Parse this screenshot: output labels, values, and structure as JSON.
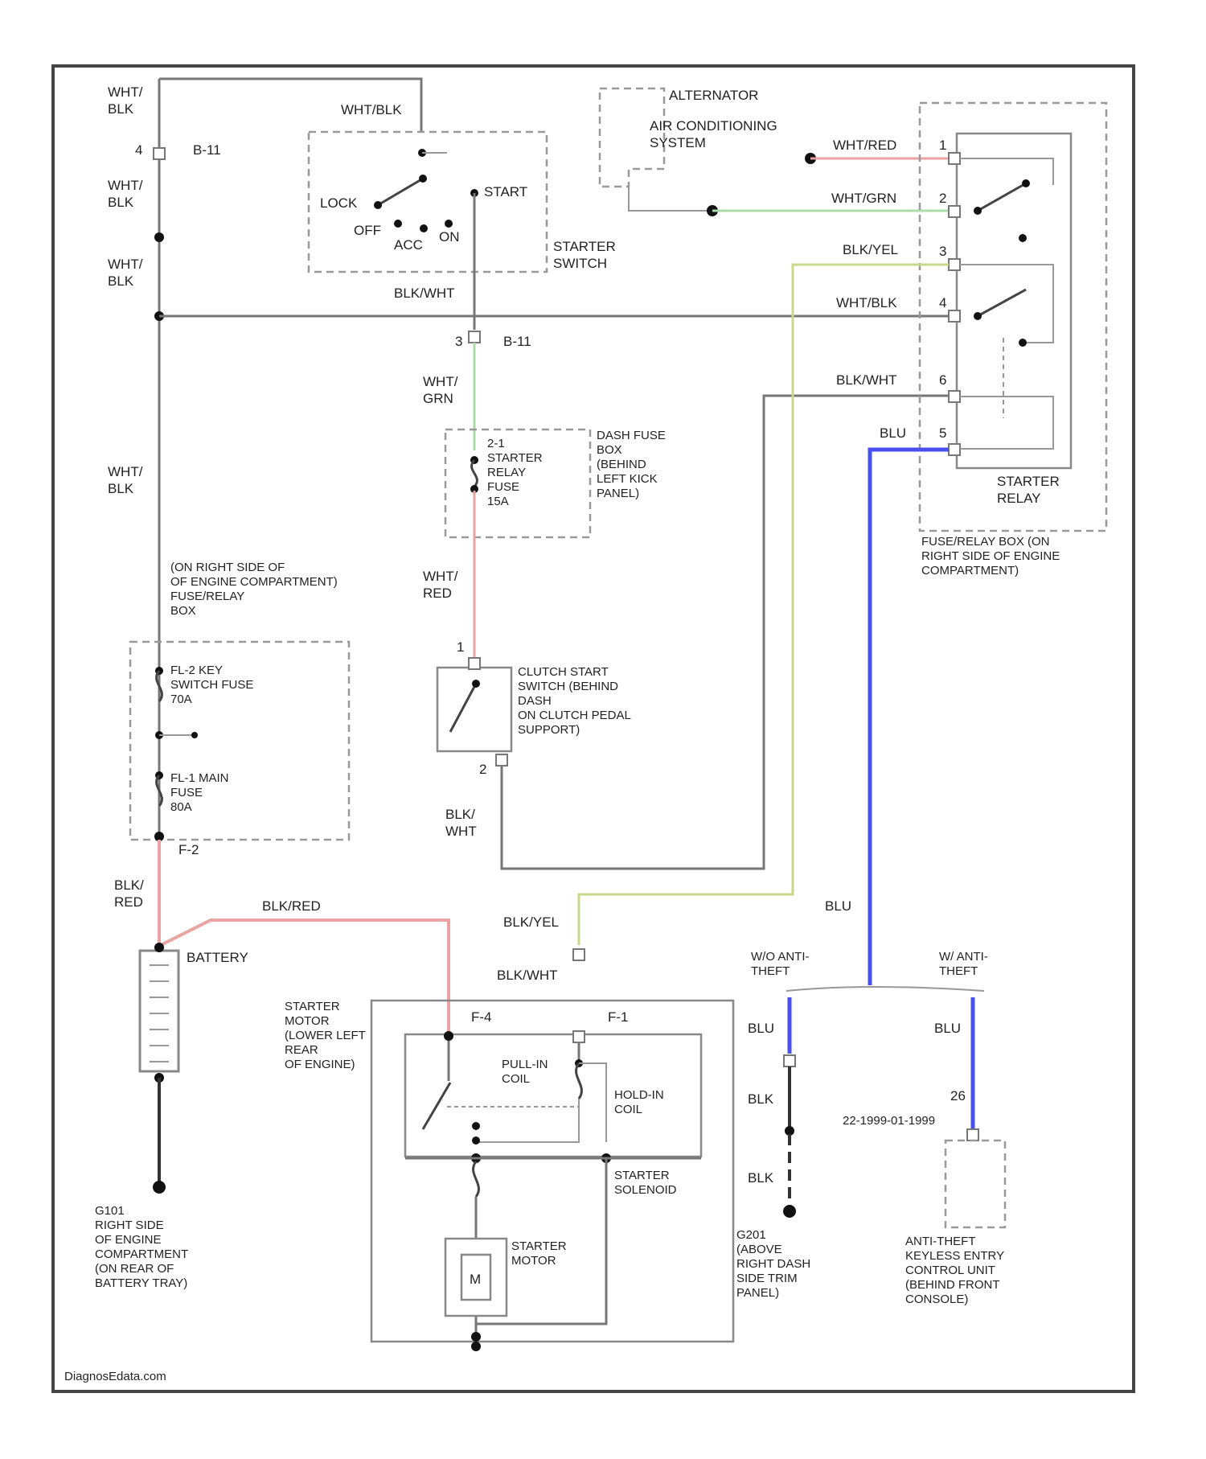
{
  "colors": {
    "red": "#e9a3a3",
    "green": "#a9dca9",
    "yellow_green": "#c8d88a",
    "blue": "#4a4ff0",
    "wire_gray": "#777777"
  },
  "labels": {
    "wht_blk_1": "WHT/\nBLK",
    "wht_blk_2": "WHT/\nBLK",
    "wht_blk_3": "WHT/\nBLK",
    "wht_blk_4": "WHT/\nBLK",
    "b11_top": "B-11",
    "pin4": "4",
    "ign_wht_blk": "WHT/BLK",
    "lock": "LOCK",
    "off": "OFF",
    "acc": "ACC",
    "on": "ON",
    "start": "START",
    "starter_switch": "STARTER\nSWITCH",
    "blk_wht_top": "BLK/WHT",
    "b11_bottom": "B-11",
    "pin3": "3",
    "wht_grn": "WHT/\nGRN",
    "fuse21": "2-1\nSTARTER\nRELAY\nFUSE\n15A",
    "dash_fuse_box": "DASH FUSE\nBOX\n(BEHIND\nLEFT KICK\nPANEL)",
    "wht_red": "WHT/\nRED",
    "alternator": "ALTERNATOR",
    "ac_system": "AIR CONDITIONING\nSYSTEM",
    "relay_wht_red": "WHT/RED",
    "relay_wht_grn": "WHT/GRN",
    "relay_blk_yel": "BLK/YEL",
    "relay_wht_blk": "WHT/BLK",
    "relay_blk_wht": "BLK/WHT",
    "relay_blu": "BLU",
    "relay_pin1": "1",
    "relay_pin2": "2",
    "relay_pin3": "3",
    "relay_pin4": "4",
    "relay_pin6": "6",
    "relay_pin5": "5",
    "starter_relay": "STARTER\nRELAY",
    "fuse_relay_box_right": "FUSE/RELAY BOX (ON\nRIGHT SIDE OF ENGINE\nCOMPARTMENT)",
    "engine_fuse_box": "(ON RIGHT SIDE OF\nOF ENGINE COMPARTMENT)\nFUSE/RELAY\nBOX",
    "fl2": "FL-2 KEY\nSWITCH FUSE\n70A",
    "fl1": "FL-1 MAIN\nFUSE\n80A",
    "f2": "F-2",
    "clutch_switch": "CLUTCH START\nSWITCH (BEHIND\nDASH\nON CLUTCH PEDAL\nSUPPORT)",
    "cs_pin1": "1",
    "cs_pin2": "2",
    "blk_wht_clutch": "BLK/\nWHT",
    "blk_red_vert": "BLK/\nRED",
    "blk_red_h": "BLK/RED",
    "battery": "BATTERY",
    "blk_yel": "BLK/YEL",
    "blk_wht_starter": "BLK/WHT",
    "blu_mid": "BLU",
    "wo_anti_theft": "W/O ANTI-\nTHEFT",
    "w_anti_theft": "W/ ANTI-\nTHEFT",
    "starter_motor_loc": "STARTER\nMOTOR\n(LOWER LEFT\nREAR\nOF ENGINE)",
    "f4": "F-4",
    "f1": "F-1",
    "pull_in": "PULL-IN\nCOIL",
    "hold_in": "HOLD-IN\nCOIL",
    "starter_solenoid": "STARTER\nSOLENOID",
    "starter_motor": "STARTER\nMOTOR",
    "motor_m": "M",
    "blu_left": "BLU",
    "blk_1": "BLK",
    "blk_2": "BLK",
    "blu_right": "BLU",
    "pin26": "26",
    "connector_code": "22-1999-01-1999",
    "g101": "G101\nRIGHT SIDE\nOF ENGINE\nCOMPARTMENT\n(ON REAR OF\nBATTERY TRAY)",
    "g201": "G201\n(ABOVE\nRIGHT DASH\nSIDE TRIM\nPANEL)",
    "anti_theft_unit": "ANTI-THEFT\nKEYLESS ENTRY\nCONTROL UNIT\n(BEHIND FRONT\nCONSOLE)",
    "watermark": "DiagnosEdata.com"
  }
}
